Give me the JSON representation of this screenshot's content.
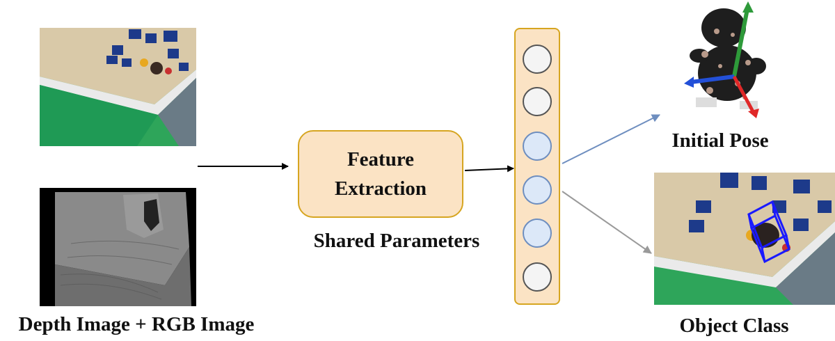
{
  "inputs": {
    "caption": "Depth Image + RGB Image"
  },
  "feature_extraction": {
    "line1": "Feature",
    "line2": "Extraction",
    "caption": "Shared Parameters"
  },
  "feature_layer": {
    "nodes": [
      "gray",
      "gray",
      "blue",
      "blue",
      "blue",
      "gray"
    ]
  },
  "outputs": {
    "pose_label": "Initial Pose",
    "class_label": "Object Class"
  },
  "colors": {
    "box_fill": "#fbe3c4",
    "box_border": "#d6a520",
    "node_blue": "#dce8f8",
    "node_gray": "#f4f4f4",
    "arrow_blue": "#6e8ebf",
    "arrow_gray": "#9a9a9a",
    "axis_green": "#2e9a3a",
    "axis_blue": "#2350d8",
    "axis_red": "#e02828",
    "bbox_blue": "#1a1aff"
  }
}
